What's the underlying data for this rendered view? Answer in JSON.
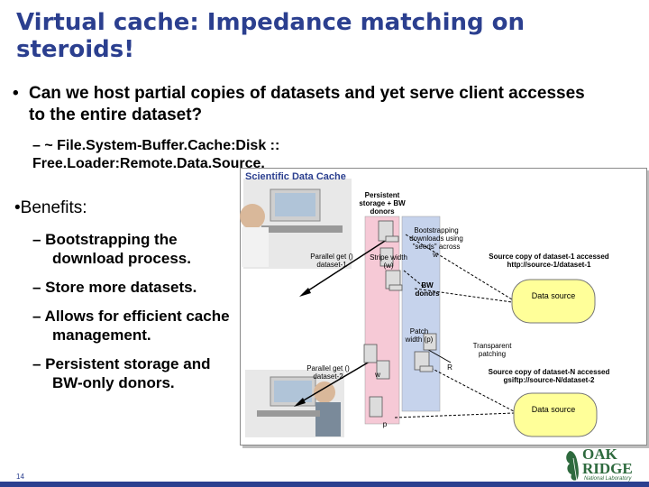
{
  "slide": {
    "title": "Virtual cache: Impedance matching on steroids!",
    "bullet_symbol": "•",
    "bullet1": "Can we host partial copies of datasets and yet serve client accesses to the entire dataset?",
    "sub1": "– ~ File.System-Buffer.Cache:Disk :: Free.Loader:Remote.Data.Source.",
    "benefits_heading": "•Benefits:",
    "benefits": [
      "– Bootstrapping the download process.",
      "– Store more datasets.",
      "– Allows for efficient cache management.",
      "– Persistent storage and BW-only donors."
    ],
    "slide_number": "14"
  },
  "diagram": {
    "title": "Scientific Data Cache",
    "labels": {
      "persistent": "Persistent storage + BW donors",
      "bootstrap": "Bootstrapping downloads using \"seeds\" across",
      "w_top": "w",
      "parallel1": "Parallel get () dataset-1",
      "stripe": "Stripe width (w)",
      "source1": "Source copy of dataset-1 accessed http://source-1/dataset-1",
      "bw_donors": "BW donors",
      "datasource1": "Data source",
      "patch": "Patch width (p)",
      "transparent": "Transparent patching",
      "parallel2": "Parallel get () dataset-2",
      "w_bottom": "w",
      "r": "R",
      "sourceN": "Source copy of dataset-N accessed gsiftp://source-N/dataset-2",
      "datasource2": "Data source",
      "p": "p"
    }
  },
  "logo": {
    "line1": "OAK",
    "line2": "RIDGE",
    "line3": "National Laboratory"
  },
  "colors": {
    "title": "#2b3f8f",
    "stripe_column": "#f6c9d6",
    "patch_column": "#c6d3ec",
    "data_source": "#ffff99"
  }
}
